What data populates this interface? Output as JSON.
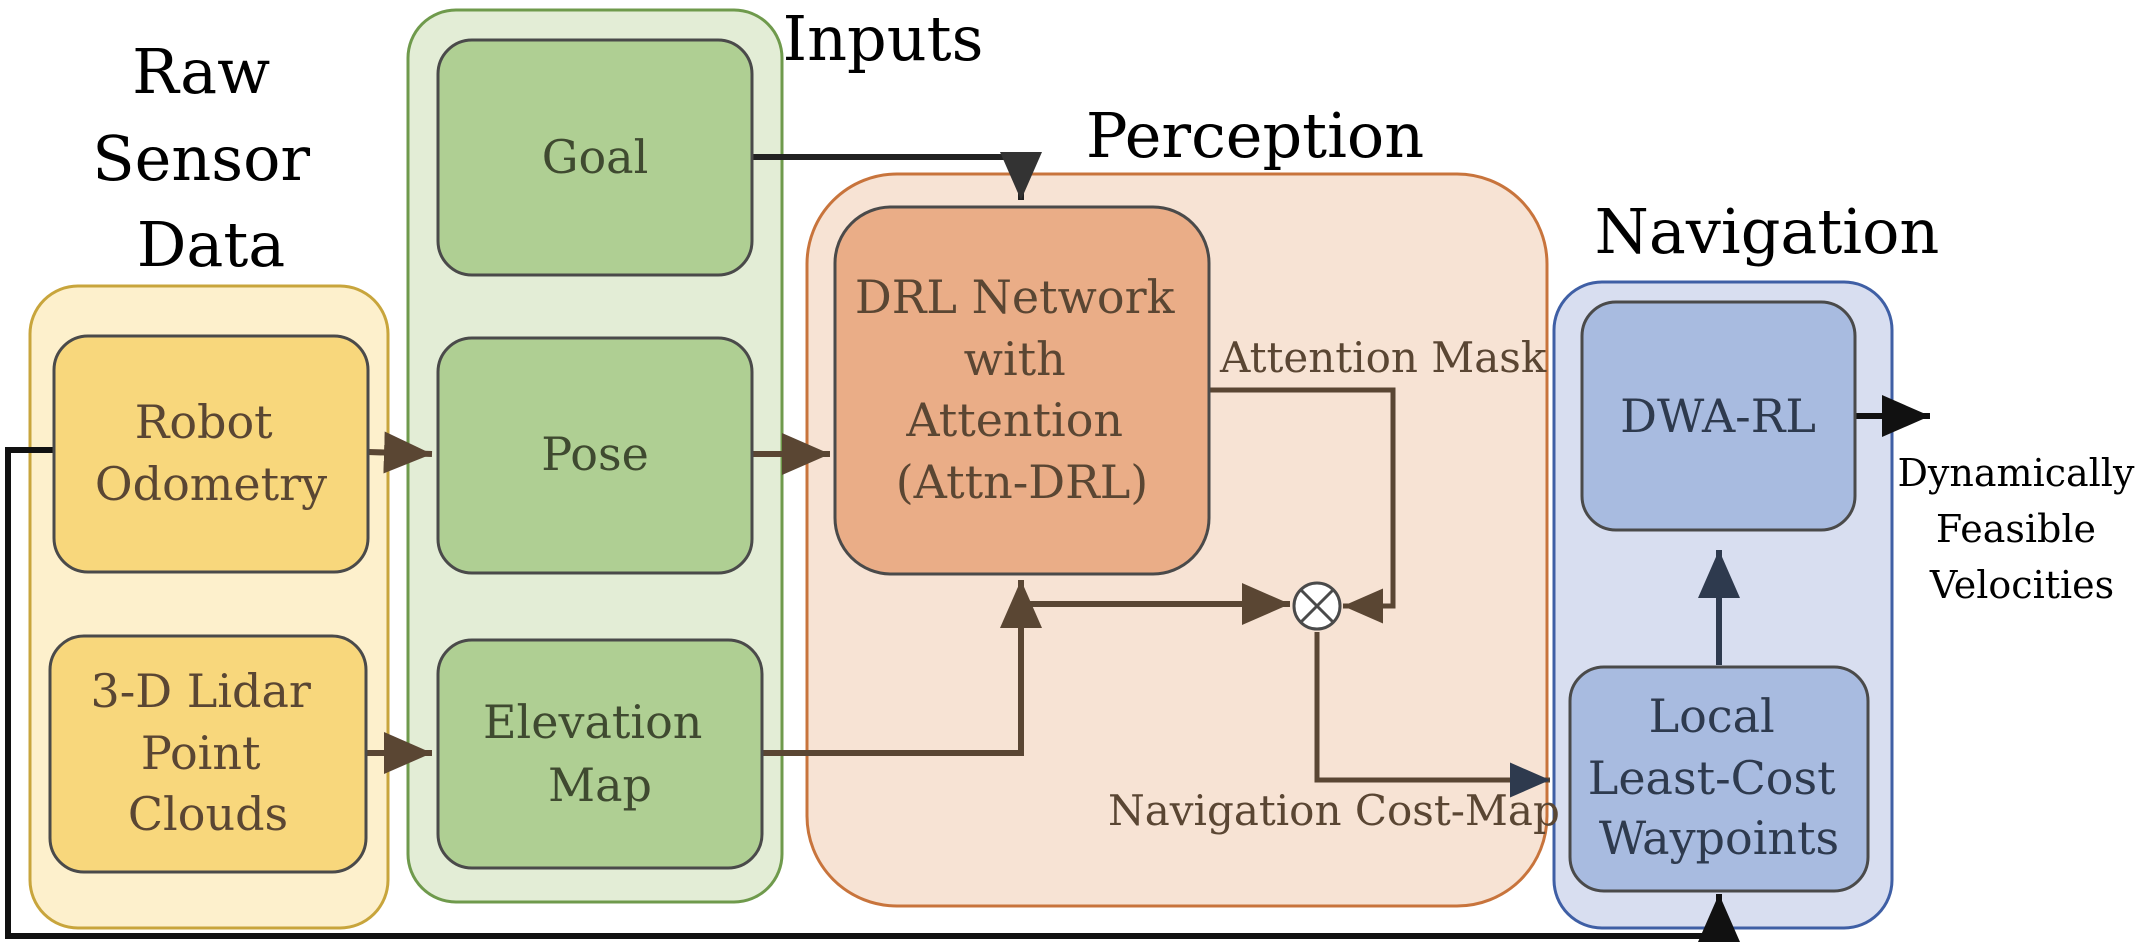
{
  "titles": {
    "raw_sensor_data": [
      "Raw",
      "Sensor",
      "Data"
    ],
    "inputs": "Inputs",
    "perception": "Perception",
    "navigation": "Navigation"
  },
  "boxes": {
    "robot_odometry": [
      "Robot",
      "Odometry"
    ],
    "lidar": [
      "3-D Lidar",
      "Point",
      "Clouds"
    ],
    "goal": [
      "Goal"
    ],
    "pose": [
      "Pose"
    ],
    "elevation_map": [
      "Elevation",
      "Map"
    ],
    "drl_network": [
      "DRL Network",
      "with",
      "Attention",
      "(Attn-DRL)"
    ],
    "dwa_rl": [
      "DWA-RL"
    ],
    "waypoints": [
      "Local",
      "Least-Cost",
      "Waypoints"
    ]
  },
  "annotations": {
    "attention_mask": "Attention Mask",
    "cost_map": "Navigation Cost-Map",
    "multiply_symbol": "⊗"
  },
  "output": [
    "Dynamically",
    "Feasible",
    "Velocities"
  ],
  "colors": {
    "sensor_group_fill": "#fdf0cc",
    "sensor_group_stroke": "#c8a53c",
    "sensor_box_fill": "#f8d77c",
    "inputs_group_fill": "#e3edd6",
    "inputs_group_stroke": "#6f9a4c",
    "input_box_fill": "#afcf93",
    "perception_group_fill": "#f7e3d4",
    "perception_group_stroke": "#c8743c",
    "drl_box_fill": "#eaad87",
    "nav_group_fill": "#d8def0",
    "nav_group_stroke": "#3f5fa5",
    "nav_box_fill": "#a8bbe0",
    "text_dark_brown": "#5a4633",
    "text_dark_green": "#3f4a30",
    "text_dark_blue": "#2e3a4e"
  }
}
